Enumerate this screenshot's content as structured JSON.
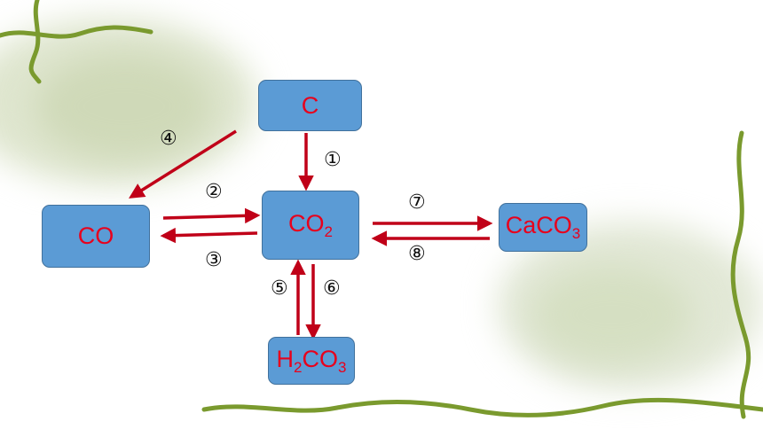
{
  "nodes": {
    "c": {
      "text": "C"
    },
    "co": {
      "text": "CO"
    },
    "co2": {
      "base": "CO",
      "sub": "2"
    },
    "caco3": {
      "base": "CaCO",
      "sub": "3"
    },
    "h2co3": {
      "pre": "H",
      "sub1": "2",
      "mid": "CO",
      "sub2": "3"
    }
  },
  "labels": {
    "r1": "①",
    "r2": "②",
    "r3": "③",
    "r4": "④",
    "r5": "⑤",
    "r6": "⑥",
    "r7": "⑦",
    "r8": "⑧"
  },
  "colors": {
    "arrow": "#c00018",
    "node_fill": "#5b9bd5",
    "node_text": "#e8001c",
    "vine": "#7a9a2e"
  }
}
